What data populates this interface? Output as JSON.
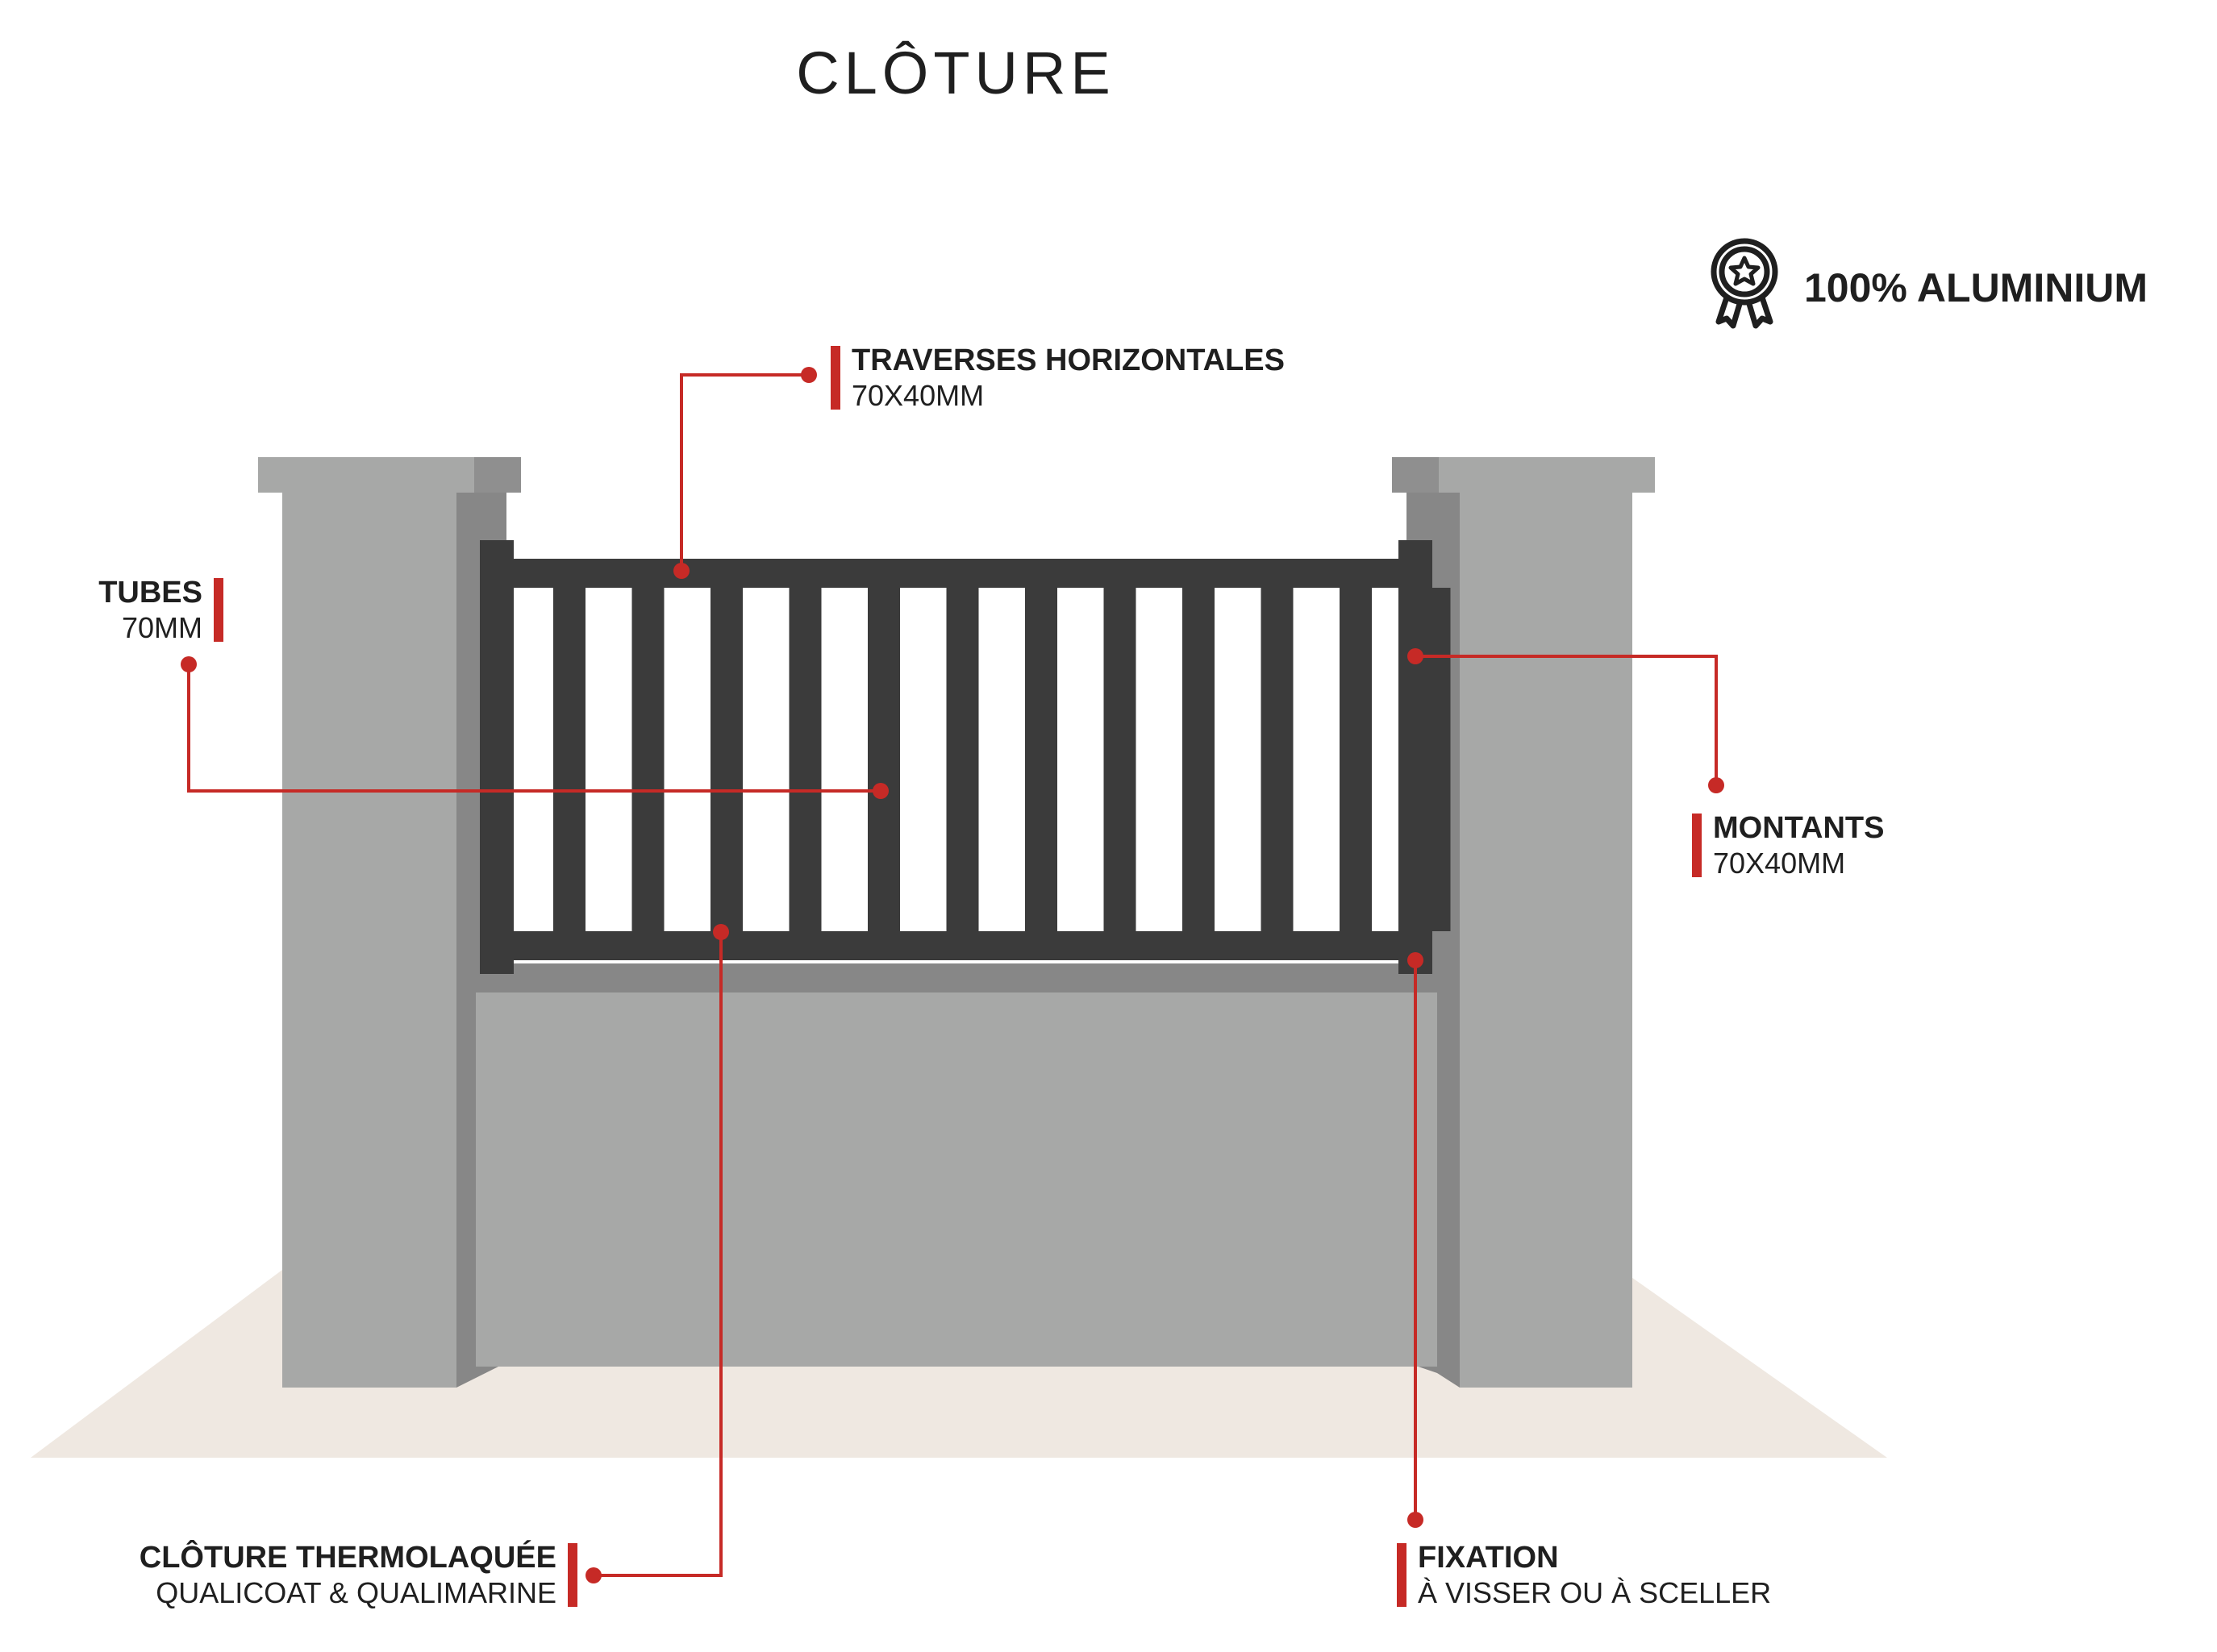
{
  "title": "CLÔTURE",
  "badge": {
    "text": "100% ALUMINIUM",
    "icon": "award-medal-icon"
  },
  "labels": {
    "traverses": {
      "title": "TRAVERSES HORIZONTALES",
      "sub": "70X40MM"
    },
    "tubes": {
      "title": "TUBES",
      "sub": "70MM"
    },
    "montants": {
      "title": "MONTANTS",
      "sub": "70X40MM"
    },
    "thermolaquee": {
      "title": "CLÔTURE THERMOLAQUÉE",
      "sub": "QUALICOAT & QUALIMARINE"
    },
    "fixation": {
      "title": "FIXATION",
      "sub": "À VISSER OU À SCELLER"
    }
  },
  "colors": {
    "accent": "#c62a26",
    "pillar": "#a7a8a7",
    "pillar_shadow": "#878787",
    "fence": "#3b3b3b",
    "ground": "#efe8e1"
  }
}
